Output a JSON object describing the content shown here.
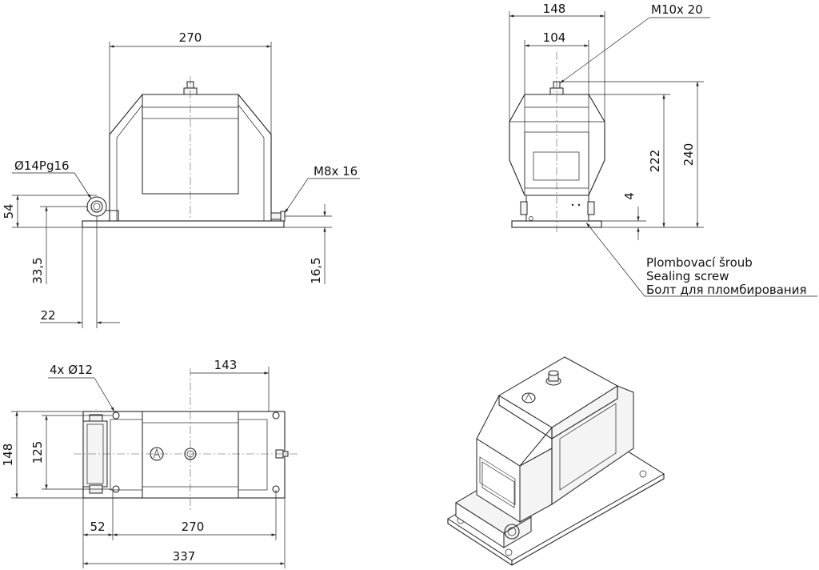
{
  "dimensions": {
    "front_width": "270",
    "pg_thread": "Ø14Pg16",
    "m8_thread": "M8x 16",
    "height_54": "54",
    "height_33_5": "33,5",
    "height_16_5": "16,5",
    "offset_22": "22",
    "side_width_148": "148",
    "side_width_104": "104",
    "m10_thread": "M10x 20",
    "height_222": "222",
    "height_240": "240",
    "height_4": "4",
    "holes": "4x Ø12",
    "top_143": "143",
    "top_148": "148",
    "top_125": "125",
    "top_52": "52",
    "top_270": "270",
    "top_337": "337"
  },
  "labels": {
    "sealing_cz": "Plombovací šroub",
    "sealing_en": "Sealing screw",
    "sealing_ru": "Болт для пломбирования"
  }
}
